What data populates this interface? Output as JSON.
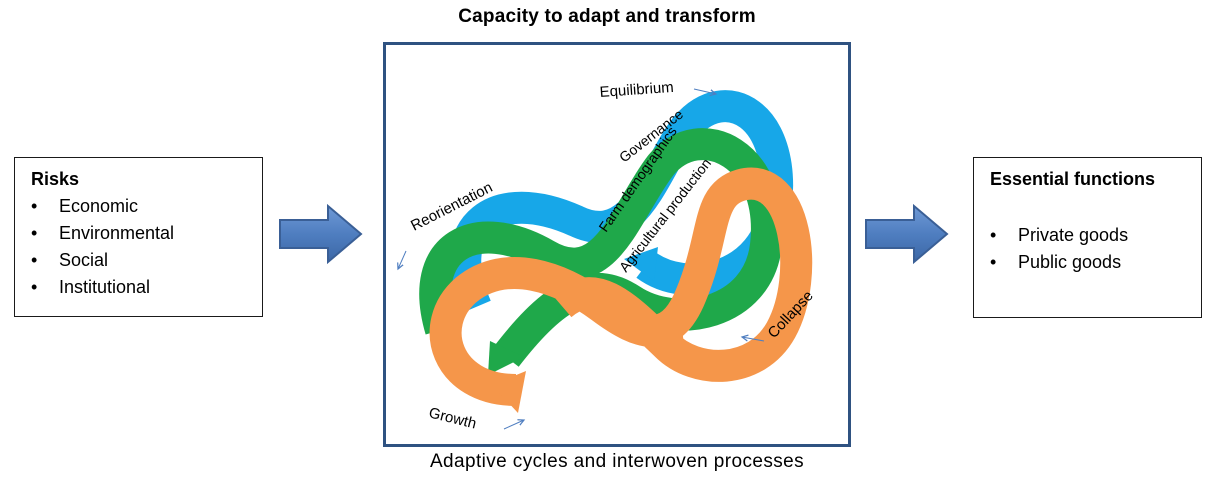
{
  "title": "Capacity to adapt and transform",
  "caption": "Adaptive cycles and interwoven processes",
  "risks": {
    "heading": "Risks",
    "items": [
      "Economic",
      "Environmental",
      "Social",
      "Institutional"
    ]
  },
  "functions": {
    "heading": "Essential functions",
    "items": [
      "Private goods",
      "Public goods"
    ]
  },
  "cycle": {
    "phases": {
      "equilibrium": "Equilibrium",
      "reorientation": "Reorientation",
      "collapse": "Collapse",
      "growth": "Growth"
    },
    "processes": {
      "governance": "Governance",
      "farm_demographics": "Farm demographics",
      "agricultural_production": "Agricultural production"
    }
  },
  "colors": {
    "governance": "#17a7e8",
    "farm_demographics": "#1fa84a",
    "agricultural_production": "#f5964a",
    "arrow": "#4f7ec0",
    "frame": "#2f5281"
  }
}
